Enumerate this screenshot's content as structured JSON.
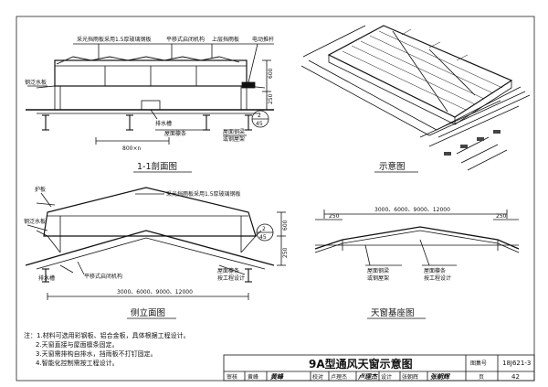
{
  "section_view": {
    "title": "1-1剖面图",
    "label_panel": "采光挡雨板采用1.5厚玻璃钢板",
    "label_mechanism": "平移式启闭机构",
    "label_top_panel": "上层挡雨板",
    "label_actuator": "电动推杆",
    "label_flashing": "钢泛水板",
    "label_gutter": "排水槽",
    "label_purlin": "屋面檩条",
    "label_beam_1": "屋面钢梁",
    "label_beam_2": "或钢屋架",
    "dim_width": "800×n",
    "dim_h1": "600",
    "dim_h2": "250",
    "callout_num": "2",
    "callout_ref": "45"
  },
  "iso_view": {
    "title": "示意图"
  },
  "side_view": {
    "title": "侧立面图",
    "label_guard": "护板",
    "label_panel": "采光挡雨板采用1.5厚玻璃钢板",
    "label_flashing": "钢泛水板",
    "label_gutter": "排水槽",
    "label_mechanism": "平移式启闭机构",
    "label_purlin_1": "屋面檩条",
    "label_purlin_2": "按工程设计",
    "dim_length": "3000、6000、9000、12000",
    "dim_h1": "600",
    "dim_h2": "250",
    "callout_num": "2",
    "callout_ref": "45"
  },
  "base_view": {
    "title": "天窗基座图",
    "dim_length": "3000、6000、9000、12000",
    "dim_left": "250",
    "dim_right": "250",
    "label_beam_1": "屋面钢梁",
    "label_beam_2": "或钢屋架",
    "label_purlin_1": "屋面檩条",
    "label_purlin_2": "按工程设计"
  },
  "notes": {
    "heading": "注：1.材料可选用彩钢板、铝合金板，具体根据工程设计。",
    "items": [
      "2.天窗直接与屋面檩条固定。",
      "3.天窗需排构自排水，挡雨板不打钉固定。",
      "4.智能化控制需按工程设计。"
    ]
  },
  "title_block": {
    "title": "9A型通风天窗示意图",
    "atlas_label": "图集号",
    "atlas_no": "18J621-3",
    "review_label": "审核",
    "review_name": "黄峰",
    "review_sign": "黄峰",
    "check_label": "校对",
    "check_name": "卢理杰",
    "check_sign": "卢理杰",
    "design_label": "设计",
    "design_name": "张朝辉",
    "design_sign": "张朝辉",
    "page_label": "页",
    "page_no": "42"
  }
}
